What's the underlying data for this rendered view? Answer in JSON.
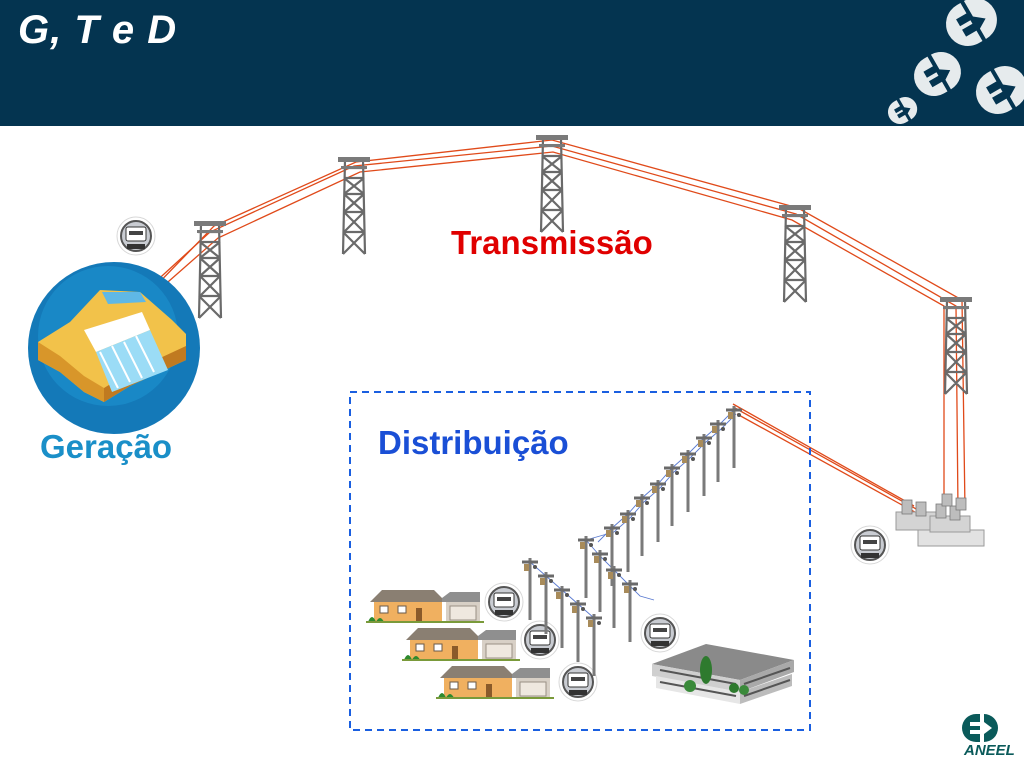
{
  "title": "G, T e D",
  "labels": {
    "transmissao": "Transmissão",
    "geracao": "Geração",
    "distribuicao": "Distribuição"
  },
  "logo_text": "ANEEL",
  "colors": {
    "header_bg": "#043450",
    "transmissao": "#e00000",
    "geracao": "#1a8fc8",
    "distribuicao": "#1a4fd6",
    "lines": "#e04a1a",
    "dashed_box": "#1a5fe0"
  },
  "icons": [
    "hydro-plant-icon",
    "transmission-tower-icon",
    "substation-icon",
    "electric-meter-icon",
    "house-icon",
    "utility-pole-icon",
    "commercial-building-icon",
    "aneel-logo-icon"
  ]
}
